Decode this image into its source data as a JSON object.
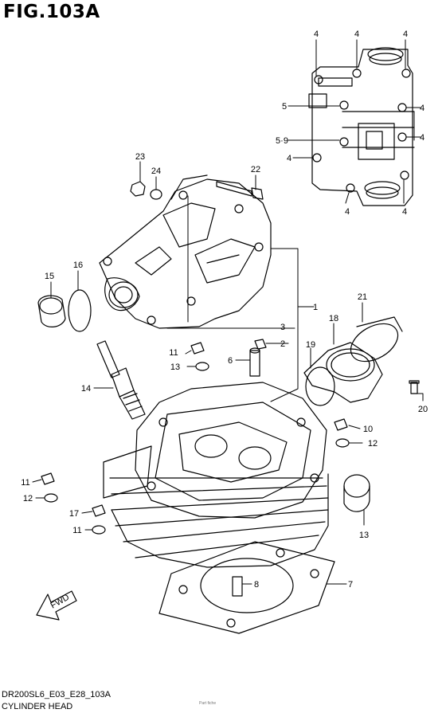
{
  "figure": {
    "title": "FIG.103A",
    "code": "DR200SL6_E03_E28_103A",
    "name": "CYLINDER HEAD",
    "small_print": "Part fiche"
  },
  "fwd_label": "FWD",
  "callouts": [
    "4",
    "4",
    "4",
    "4",
    "5",
    "5·9",
    "4",
    "4",
    "4",
    "4",
    "23",
    "24",
    "22",
    "1",
    "15",
    "16",
    "21",
    "18",
    "3",
    "2",
    "19",
    "11",
    "6",
    "13",
    "14",
    "10",
    "12",
    "20",
    "11",
    "12",
    "17",
    "11",
    "13",
    "8",
    "7"
  ]
}
